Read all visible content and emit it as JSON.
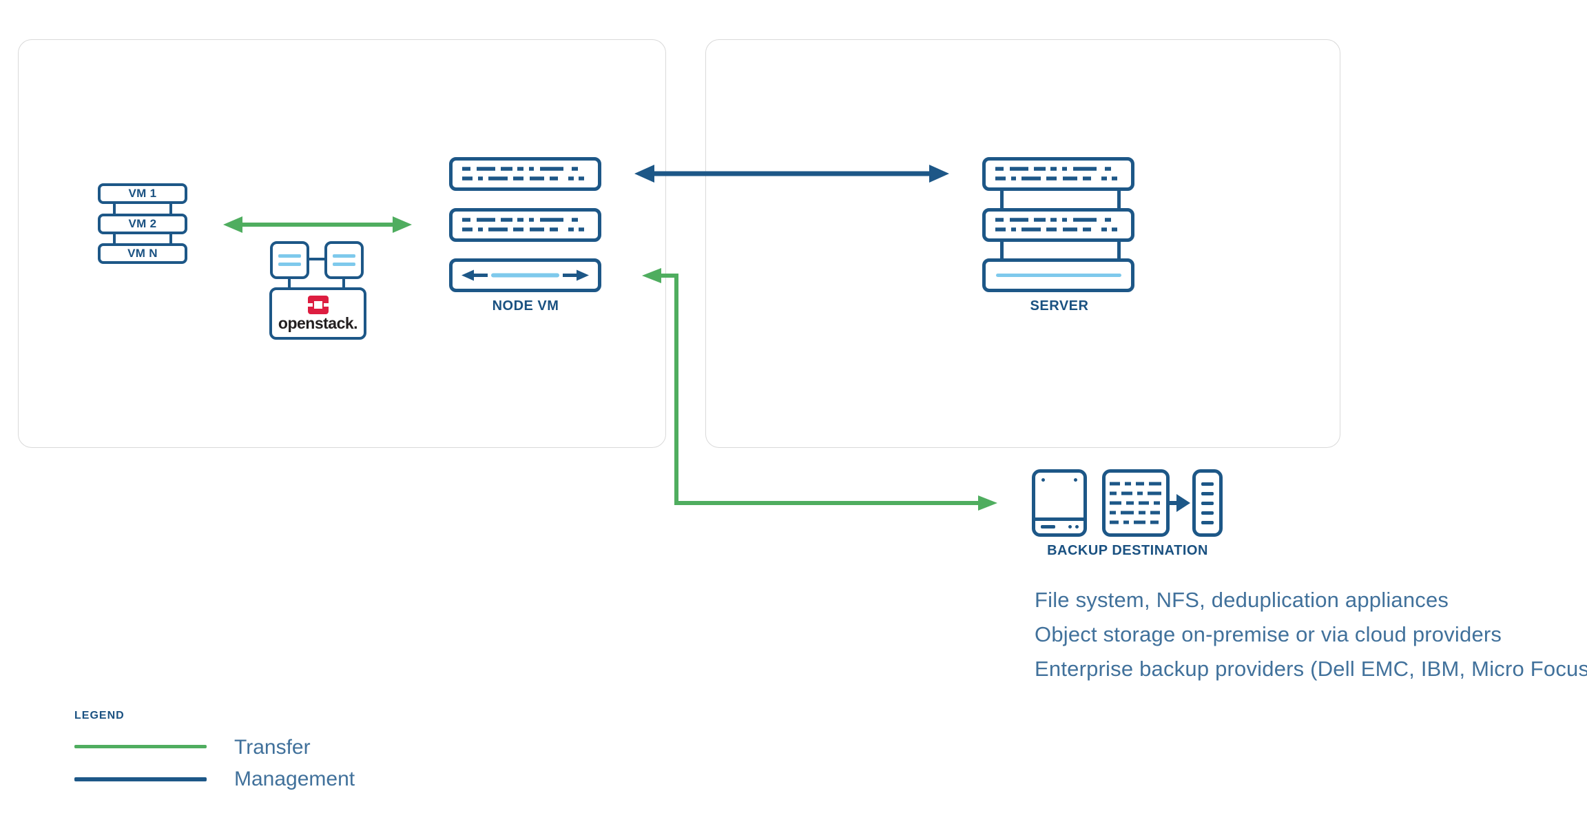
{
  "colors": {
    "navy": "#1d5787",
    "steel_blue_text": "#41719b",
    "light_blue": "#7ec9ec",
    "transfer_green": "#4fad5f",
    "openstack_red": "#dd1d40",
    "wordmark_ink": "#231f20"
  },
  "left_panel": {
    "vm_stack": {
      "items": [
        "VM 1",
        "VM 2",
        "VM N"
      ]
    },
    "openstack": {
      "wordmark": "openstack."
    },
    "node_vm": {
      "label": "NODE VM"
    }
  },
  "right_panel": {
    "server": {
      "label": "SERVER"
    }
  },
  "backup": {
    "label": "BACKUP DESTINATION"
  },
  "notes": {
    "lines": [
      "File system, NFS, deduplication appliances",
      "Object storage on-premise or via cloud providers",
      "Enterprise backup providers (Dell EMC, IBM, Micro Focus, Veritas)"
    ]
  },
  "legend": {
    "title": "LEGEND",
    "items": [
      {
        "label": "Transfer",
        "color": "#4fad5f"
      },
      {
        "label": "Management",
        "color": "#1d5787"
      }
    ]
  }
}
